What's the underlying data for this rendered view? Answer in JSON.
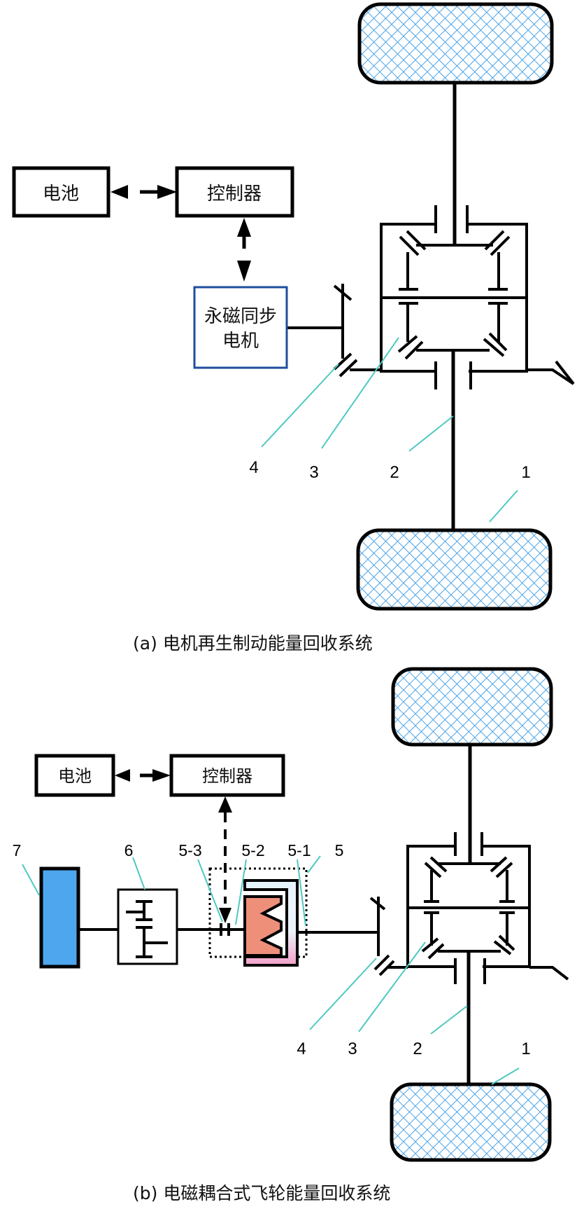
{
  "diagram_a": {
    "caption": "(a) 电机再生制动能量回收系统",
    "battery_label": "电池",
    "controller_label": "控制器",
    "motor_label_line1": "永磁同步",
    "motor_label_line2": "电机",
    "callouts": [
      "1",
      "2",
      "3",
      "4"
    ]
  },
  "diagram_b": {
    "caption": "(b) 电磁耦合式飞轮能量回收系统",
    "battery_label": "电池",
    "controller_label": "控制器",
    "callouts": [
      "1",
      "2",
      "3",
      "4",
      "5",
      "5-1",
      "5-2",
      "5-3",
      "6",
      "7"
    ]
  },
  "colors": {
    "wheel_hatch": "#4aa3e8",
    "motor_border": "#1f4e9c",
    "flywheel_fill": "#4da6ee",
    "coupler_rotor": "#ee8f7a",
    "coupler_shell_tint": "#f2a0c8",
    "leader_line": "#4fc9c0"
  }
}
